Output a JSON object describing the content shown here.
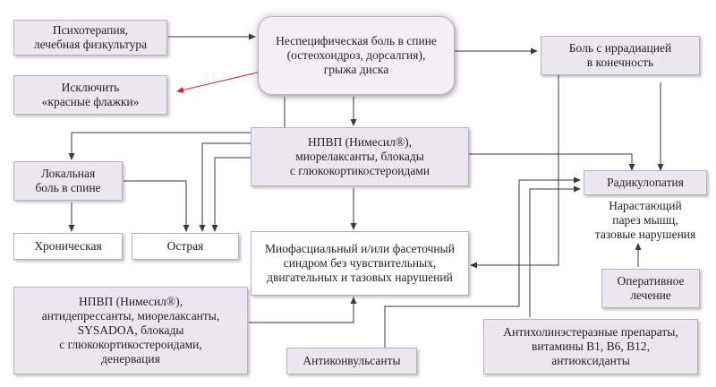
{
  "nodes": {
    "psychotherapy": [
      "Психотерапия,",
      "лечебная физкультура"
    ],
    "main": [
      "Неспецифическая боль в спине",
      "(остеохондроз, дорсалгия),",
      "грыжа диска"
    ],
    "radiating_pain": [
      "Боль с иррадиацией",
      "в конечность"
    ],
    "exclude": [
      "Исключить",
      "«красные флажки»"
    ],
    "nsaid_top": [
      "НПВП (Нимесил®),",
      "миорелаксанты, блокады",
      "с глюкокортикостероидами"
    ],
    "local_pain": [
      "Локальная",
      "боль в спине"
    ],
    "radiculopathy": [
      "Радикулопатия"
    ],
    "progressive": [
      "Нарастающий",
      "парез мышц,",
      "тазовые нарушения"
    ],
    "chronic": [
      "Хроническая"
    ],
    "acute": [
      "Острая"
    ],
    "myofascial": [
      "Миофасциальный и/или фасеточный",
      "синдром без чувствительных,",
      "двигательных и тазовых нарушений"
    ],
    "surgery": [
      "Оперативное",
      "лечение"
    ],
    "nsaid_bottom": [
      "НПВП (Нимесил®),",
      "антидепрессанты, миорелаксанты,",
      "SYSADOA, блокады",
      "с глюкокортикостероидами,",
      "денервация"
    ],
    "anticonvulsants": [
      "Антиконвульсанты"
    ],
    "anticholinesterase": [
      "Антихолинэстеразные препараты,",
      "витамины В1, В6, В12,",
      "антиоксиданты"
    ]
  },
  "colors": {
    "box_fill": "#ece6f0",
    "box_border": "#b9aec3",
    "arrow": "#3a3a3a",
    "red_arrow": "#d21f26"
  }
}
